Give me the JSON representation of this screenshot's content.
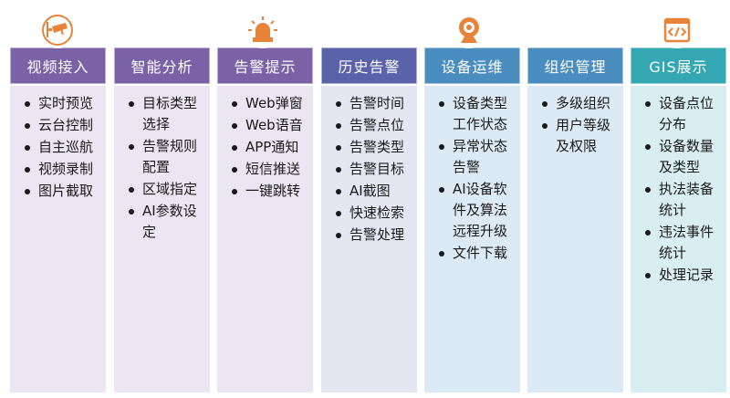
{
  "columns": [
    {
      "title": "视频接入",
      "items": [
        "实时预览",
        "云台控制",
        "自主巡航",
        "视频录制",
        "图片截取"
      ],
      "header_color": "#7b62a6",
      "body_color": "#ebe6f1"
    },
    {
      "title": "智能分析",
      "items": [
        "目标类型选择",
        "告警规则配置",
        "区域指定",
        "AI参数设定"
      ],
      "header_color": "#7b62a6",
      "body_color": "#ebe6f1"
    },
    {
      "title": "告警提示",
      "items": [
        "Web弹窗",
        "Web语音",
        "APP通知",
        "短信推送",
        "一键跳转"
      ],
      "header_color": "#7b62a6",
      "body_color": "#ebe6f1"
    },
    {
      "title": "历史告警",
      "items": [
        "告警时间",
        "告警点位",
        "告警类型",
        "告警目标",
        "AI截图",
        "快速检索",
        "告警处理"
      ],
      "header_color": "#5a63a8",
      "body_color": "#e4e6f2"
    },
    {
      "title": "设备运维",
      "items": [
        "设备类型工作状态",
        "异常状态告警",
        "AI设备软件及算法远程升级",
        "文件下载"
      ],
      "header_color": "#4a8dbf",
      "body_color": "#dceaf5"
    },
    {
      "title": "组织管理",
      "items": [
        "多级组织",
        "用户等级及权限"
      ],
      "header_color": "#4a8dbf",
      "body_color": "#dceaf5"
    },
    {
      "title": "GIS展示",
      "items": [
        "设备点位分布",
        "设备数量及类型",
        "执法装备统计",
        "违法事件统计",
        "处理记录"
      ],
      "header_color": "#35a7b3",
      "body_color": "#d8eef0"
    }
  ],
  "icons": [
    {
      "name": "camera-icon",
      "color": "#e8833a"
    },
    {
      "name": "alarm-light-icon",
      "color": "#e8833a"
    },
    {
      "name": "webcam-icon",
      "color": "#e8833a"
    },
    {
      "name": "code-window-icon",
      "color": "#e8833a"
    }
  ]
}
